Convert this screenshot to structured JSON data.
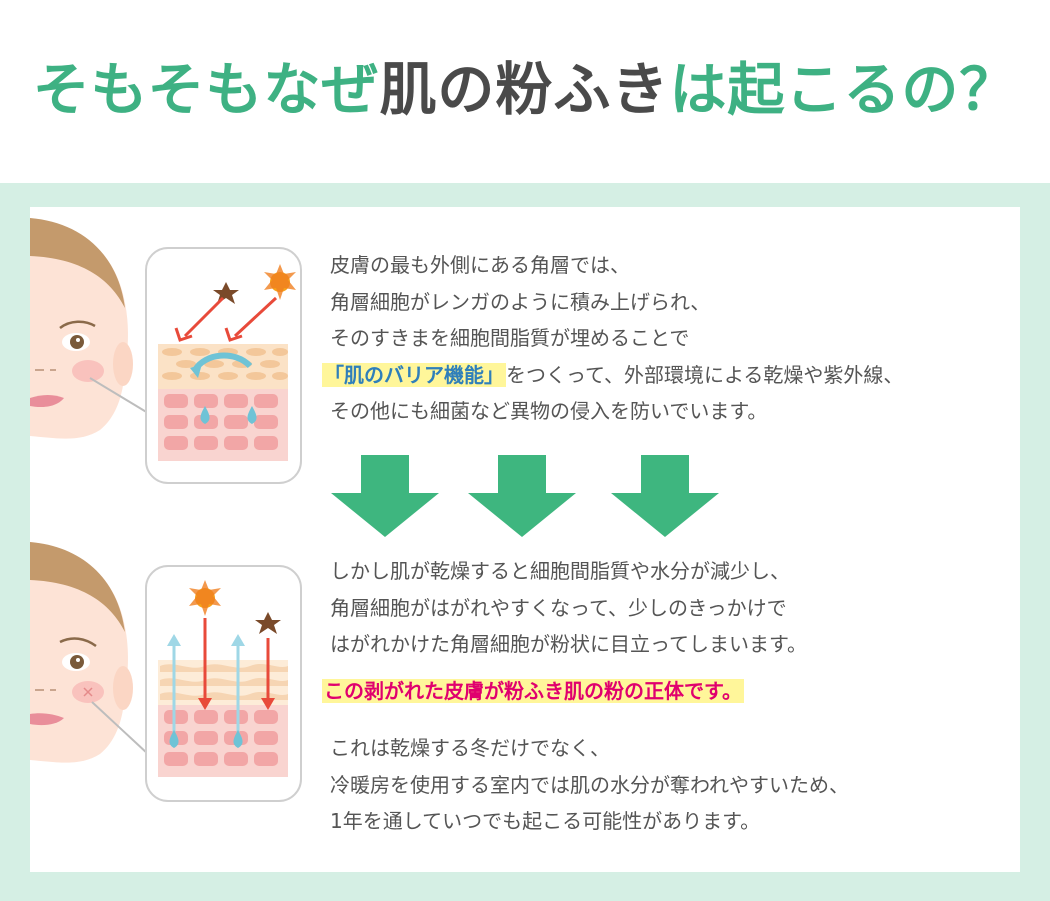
{
  "title": {
    "part1": "そもそもなぜ",
    "part2": "肌の粉ふき",
    "part3": "は起こるの？"
  },
  "block1": {
    "line1": "皮膚の最も外側にある角層では、",
    "line2": "角層細胞がレンガのように積み上げられ、",
    "line3": "そのすきまを細胞間脂質が埋めることで",
    "line4_highlight": "「肌のバリア機能」",
    "line4_rest": "をつくって、外部環境による乾燥や紫外線、",
    "line5": "その他にも細菌など異物の侵入を防いでいます。"
  },
  "block2": {
    "line1": "しかし肌が乾燥すると細胞間脂質や水分が減少し、",
    "line2": "角層細胞がはがれやすくなって、少しのきっかけで",
    "line3": "はがれかけた角層細胞が粉状に目立ってしまいます。"
  },
  "highlight_statement": "この剥がれた皮膚が粉ふき肌の粉の正体です。",
  "block3": {
    "line1": "これは乾燥する冬だけでなく、",
    "line2": "冷暖房を使用する室内では肌の水分が奪われやすいため、",
    "line3": "1年を通していつでも起こる可能性があります。"
  },
  "colors": {
    "accent_green": "#3eb183",
    "panel_bg": "#d5efe4",
    "highlight_yellow": "#fff69a",
    "highlight_pink_text": "#e0006e",
    "highlight_blue_text": "#2f7fba"
  }
}
